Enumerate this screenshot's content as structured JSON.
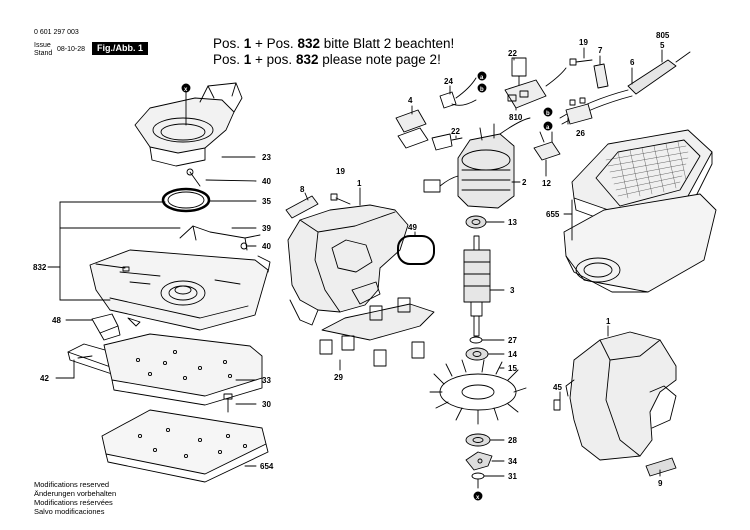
{
  "header": {
    "part_number": "0 601 297 003",
    "issue_label": "Issue",
    "stand_label": "Stand",
    "date": "08-10-28",
    "figure_label": "Fig./Abb. 1"
  },
  "notes": {
    "de": {
      "prefix": "Pos. ",
      "p1": "1",
      "plus": " + Pos. ",
      "p2": "832",
      "suffix": " bitte Blatt 2 beachten!"
    },
    "en": {
      "prefix": "Pos. ",
      "p1": "1",
      "plus": " + pos. ",
      "p2": "832",
      "suffix": " please note page 2!"
    }
  },
  "footer": [
    "Modifications reserved",
    "Änderungen vorbehalten",
    "Modifications reśervées",
    "Salvo modificaciones"
  ],
  "labels": [
    {
      "id": "x-top",
      "text": "x"
    },
    {
      "id": "23",
      "text": "23"
    },
    {
      "id": "40a",
      "text": "40"
    },
    {
      "id": "35",
      "text": "35"
    },
    {
      "id": "39",
      "text": "39"
    },
    {
      "id": "40b",
      "text": "40"
    },
    {
      "id": "832",
      "text": "832"
    },
    {
      "id": "48",
      "text": "48"
    },
    {
      "id": "42",
      "text": "42"
    },
    {
      "id": "33",
      "text": "33"
    },
    {
      "id": "30",
      "text": "30"
    },
    {
      "id": "654",
      "text": "654"
    },
    {
      "id": "8",
      "text": "8"
    },
    {
      "id": "19a",
      "text": "19"
    },
    {
      "id": "1a",
      "text": "1"
    },
    {
      "id": "49",
      "text": "49"
    },
    {
      "id": "29",
      "text": "29"
    },
    {
      "id": "4",
      "text": "4"
    },
    {
      "id": "24",
      "text": "24"
    },
    {
      "id": "a1",
      "text": "a"
    },
    {
      "id": "b1",
      "text": "b"
    },
    {
      "id": "22a",
      "text": "22"
    },
    {
      "id": "810",
      "text": "810"
    },
    {
      "id": "22b",
      "text": "22"
    },
    {
      "id": "2",
      "text": "2"
    },
    {
      "id": "13",
      "text": "13"
    },
    {
      "id": "3",
      "text": "3"
    },
    {
      "id": "27",
      "text": "27"
    },
    {
      "id": "14",
      "text": "14"
    },
    {
      "id": "15",
      "text": "15"
    },
    {
      "id": "28",
      "text": "28"
    },
    {
      "id": "34",
      "text": "34"
    },
    {
      "id": "31",
      "text": "31"
    },
    {
      "id": "x-bot",
      "text": "x"
    },
    {
      "id": "19b",
      "text": "19"
    },
    {
      "id": "7",
      "text": "7"
    },
    {
      "id": "805",
      "text": "805"
    },
    {
      "id": "5",
      "text": "5"
    },
    {
      "id": "6",
      "text": "6"
    },
    {
      "id": "b2",
      "text": "b"
    },
    {
      "id": "a2",
      "text": "a"
    },
    {
      "id": "26",
      "text": "26"
    },
    {
      "id": "12",
      "text": "12"
    },
    {
      "id": "655",
      "text": "655"
    },
    {
      "id": "1b",
      "text": "1"
    },
    {
      "id": "45",
      "text": "45"
    },
    {
      "id": "9",
      "text": "9"
    }
  ]
}
